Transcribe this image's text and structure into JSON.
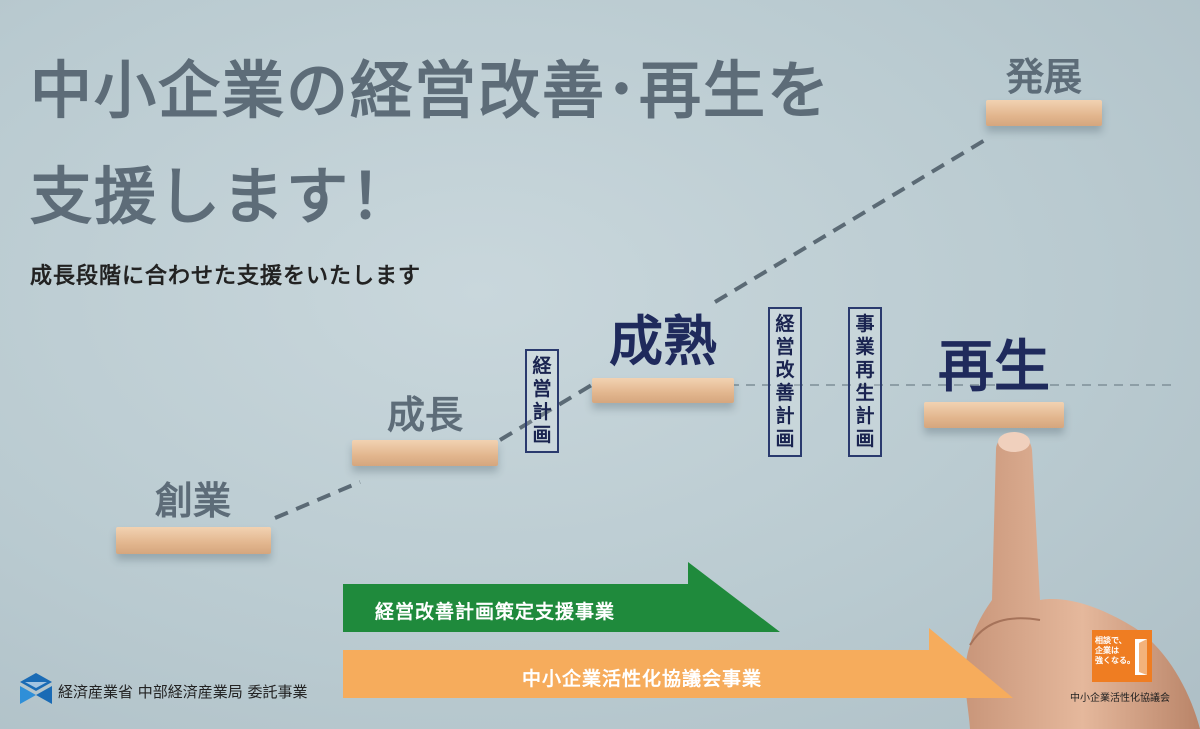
{
  "headline": {
    "line1": "中小企業の経営改善･再生を",
    "line2": "支援します！"
  },
  "subtitle": "成長段階に合わせた支援をいたします",
  "stages": {
    "sogyo": "創業",
    "seicho": "成長",
    "seijuku": "成熟",
    "hatten": "発展",
    "saisei": "再生"
  },
  "plans": {
    "keiei": [
      "経",
      "営",
      "計",
      "画"
    ],
    "kaizen": [
      "経",
      "営",
      "改",
      "善",
      "計",
      "画"
    ],
    "saisei": [
      "事",
      "業",
      "再",
      "生",
      "計",
      "画"
    ]
  },
  "arrows": {
    "green": "経営改善計画策定支援事業",
    "orange": "中小企業活性化協議会事業"
  },
  "footer": {
    "left": "経済産業省 中部経済産業局 委託事業",
    "logo_text": [
      "相談で、",
      "企業は",
      "強くなる。"
    ],
    "logo_caption": "中小企業活性化協議会"
  },
  "colors": {
    "headline": "#5d6c78",
    "navy": "#1f2a5c",
    "green": "#1f8a3c",
    "orange": "#f6ac5c",
    "logo_orange": "#ef7d22"
  },
  "icons": {
    "meti_logo": "meti-logo-icon",
    "door_logo": "door-icon"
  }
}
